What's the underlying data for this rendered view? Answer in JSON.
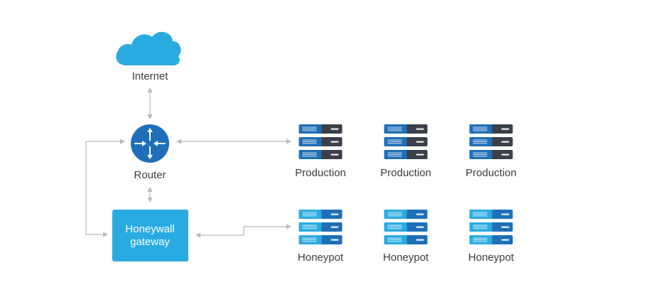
{
  "nodes": {
    "internet": {
      "label": "Internet",
      "icon": "cloud-icon"
    },
    "router": {
      "label": "Router",
      "icon": "router-icon"
    },
    "gateway": {
      "line1": "Honeywall",
      "line2": "gateway",
      "icon": "gateway-box"
    }
  },
  "production_servers": [
    {
      "label": "Production",
      "icon": "server-icon"
    },
    {
      "label": "Production",
      "icon": "server-icon"
    },
    {
      "label": "Production",
      "icon": "server-icon"
    }
  ],
  "honeypot_servers": [
    {
      "label": "Honeypot",
      "icon": "server-icon"
    },
    {
      "label": "Honeypot",
      "icon": "server-icon"
    },
    {
      "label": "Honeypot",
      "icon": "server-icon"
    }
  ],
  "colors": {
    "cloud": "#29abe2",
    "router": "#1e6fb8",
    "gateway": "#29abe2",
    "production_bar": "#1e6fb8",
    "production_dark": "#3a3f48",
    "honeypot_bar": "#29abe2",
    "honeypot_dark": "#1e6fb8",
    "connector": "#b9b9b9",
    "text": "#3c3c3c"
  }
}
